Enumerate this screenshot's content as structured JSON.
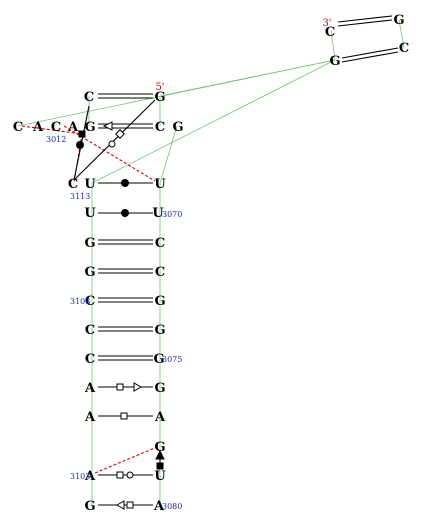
{
  "colors": {
    "backbone": "#7fbf7f",
    "base": "#000000",
    "base_highlight": "#cc0000",
    "numbering": "#1f2aa8",
    "prime_label": "#cc0000",
    "interaction_dashed": "#dd0000",
    "pair_line": "#000000"
  },
  "labels": {
    "five_prime": "5'",
    "three_prime": "3'",
    "numbers": [
      "3012",
      "3113",
      "3070",
      "3108",
      "3075",
      "3103",
      "3080"
    ]
  },
  "bases": {
    "tip_c": "C",
    "tip_g1": "G",
    "tip_g2": "G",
    "tip_c2": "C",
    "p1_l": "C",
    "p1_r": "G",
    "loop_c": "C",
    "loop_a1": "A",
    "loop_c2": "C",
    "loop_a2": "A",
    "loop_g": "G",
    "p2_r1": "C",
    "p2_r2": "G",
    "c_red": "C",
    "row1_l": "U",
    "row1_r": "U",
    "row2_l": "U",
    "row2_r": "U",
    "row3_l": "G",
    "row3_r": "C",
    "row4_l": "G",
    "row4_r": "C",
    "row5_l": "C",
    "row5_r": "G",
    "row6_l": "C",
    "row6_r": "G",
    "row7_l": "C",
    "row7_r": "G",
    "row8_l": "A",
    "row8_r": "G",
    "row9_l": "A",
    "row9_r": "A",
    "bulge_g": "G",
    "row10_l": "A",
    "row10_r": "U",
    "row11_l": "G",
    "row11_r": "A"
  }
}
